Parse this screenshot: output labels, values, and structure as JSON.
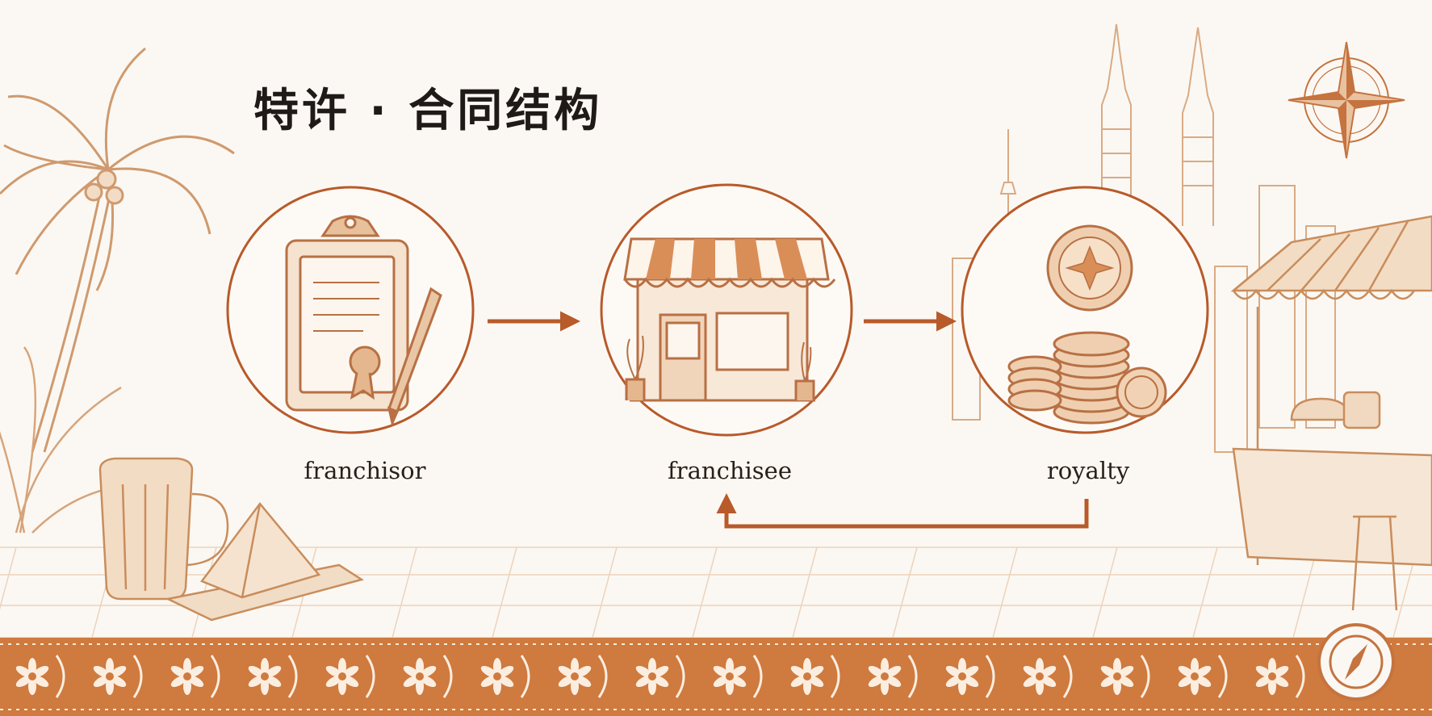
{
  "diagram": {
    "title": "特许 · 合同结构",
    "nodes": [
      {
        "id": "franchisor",
        "label": "franchisor",
        "icon": "clipboard-contract-icon"
      },
      {
        "id": "franchisee",
        "label": "franchisee",
        "icon": "storefront-icon"
      },
      {
        "id": "royalty",
        "label": "royalty",
        "icon": "coin-stack-icon"
      }
    ],
    "edges": [
      {
        "from": "franchisor",
        "to": "franchisee"
      },
      {
        "from": "franchisee",
        "to": "royalty"
      },
      {
        "from": "royalty",
        "to": "franchisee"
      }
    ]
  },
  "colors": {
    "accent": "#b85a2a",
    "ink": "#1f1a17",
    "sketch": "#cf9a6e",
    "band": "#cf7a3e",
    "paper": "#fbf8f3"
  }
}
